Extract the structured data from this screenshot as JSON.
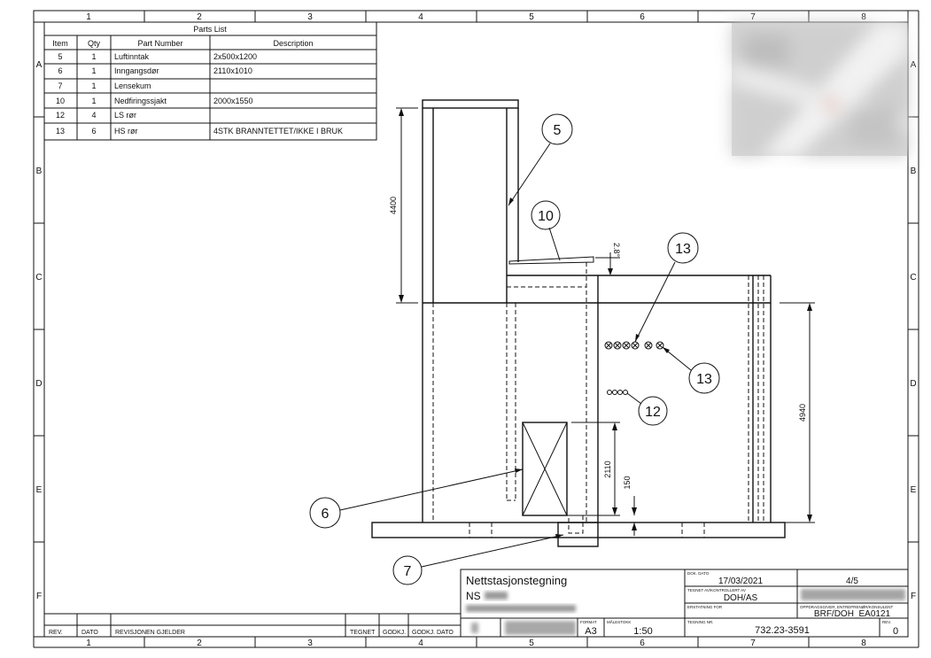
{
  "border": {
    "columns": [
      "1",
      "2",
      "3",
      "4",
      "5",
      "6",
      "7",
      "8"
    ],
    "rows": [
      "A",
      "B",
      "C",
      "D",
      "E",
      "F"
    ]
  },
  "parts_list": {
    "title": "Parts List",
    "headers": [
      "Item",
      "Qty",
      "Part Number",
      "Description"
    ],
    "rows": [
      {
        "item": "5",
        "qty": "1",
        "part": "Luftinntak",
        "desc": "2x500x1200"
      },
      {
        "item": "6",
        "qty": "1",
        "part": "Inngangsdør",
        "desc": "2110x1010"
      },
      {
        "item": "7",
        "qty": "1",
        "part": "Lensekum",
        "desc": ""
      },
      {
        "item": "10",
        "qty": "1",
        "part": "Nedfiringssjakt",
        "desc": "2000x1550"
      },
      {
        "item": "12",
        "qty": "4",
        "part": "LS rør",
        "desc": ""
      },
      {
        "item": "13",
        "qty": "6",
        "part": "HS rør",
        "desc": "4STK BRANNTETTET/IKKE I BRUK"
      }
    ]
  },
  "balloons": {
    "b5": "5",
    "b10": "10",
    "b13a": "13",
    "b13b": "13",
    "b12": "12",
    "b6": "6",
    "b7": "7"
  },
  "dimensions": {
    "d4400": "4400",
    "d4940": "4940",
    "d2110": "2110",
    "d150": "150",
    "angle": "2.8°"
  },
  "revision_block": {
    "rev": "REV.",
    "dato": "DATO",
    "revisjonen": "REVISJONEN GJELDER",
    "tegnet": "TEGNET",
    "godkj": "GODKJ.",
    "godkj_dato": "GODKJ. DATO"
  },
  "title_block": {
    "title": "Nettstasjonstegning",
    "ns_prefix": "NS",
    "dok_dato_label": "DOK. DATO",
    "dok_dato": "17/03/2021",
    "sheet": "4/5",
    "tegnet_label": "TEGNET AV/KONTROLLERT AV",
    "tegnet": "DOH/AS",
    "erstatning_label": "ERSTATNING FOR",
    "oppdrag_label": "OPPDRAGSGIVER, ENTREPRENØR/KONSULENT",
    "oppdrag": "BRF/DOH_EA0121",
    "format_label": "FORMAT",
    "format": "A3",
    "malestokk_label": "MÅLESTOKK",
    "scale": "1:50",
    "tegning_label": "TEGNING NR.",
    "tegning_nr": "732.23-3591",
    "rev_label": "REV.",
    "rev": "0"
  }
}
